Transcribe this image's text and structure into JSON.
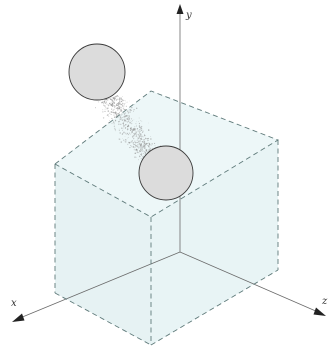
{
  "axes": {
    "x_label": "x",
    "y_label": "y",
    "z_label": "z"
  },
  "colors": {
    "box_fill": "#e6f3f4",
    "box_edge": "#5f7a7a",
    "axis": "#6a6a6a",
    "sphere_fill": "#dcdcdc",
    "sphere_stroke": "#3a3a3a",
    "particles": "#8a8a8a"
  },
  "objects": [
    "sphere-upper",
    "sphere-lower",
    "particle-trail",
    "cube"
  ]
}
